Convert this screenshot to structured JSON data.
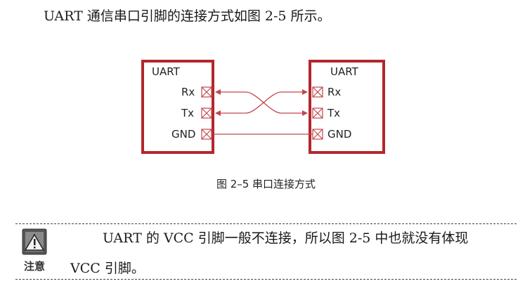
{
  "intro_text": "UART 通信串口引脚的连接方式如图 2-5 所示。",
  "figure": {
    "left_box": {
      "title": "UART",
      "pins": [
        "Rx",
        "Tx",
        "GND"
      ]
    },
    "right_box": {
      "title": "UART",
      "pins": [
        "Rx",
        "Tx",
        "GND"
      ]
    },
    "box_color": "#b3272d",
    "line_color": "#c0474c",
    "caption": "图 2–5    串口连接方式"
  },
  "note": {
    "icon_label": "注意",
    "line1": "UART  的  VCC  引脚一般不连接，所以图  2-5  中也就没有体现",
    "line2": "VCC 引脚。"
  }
}
